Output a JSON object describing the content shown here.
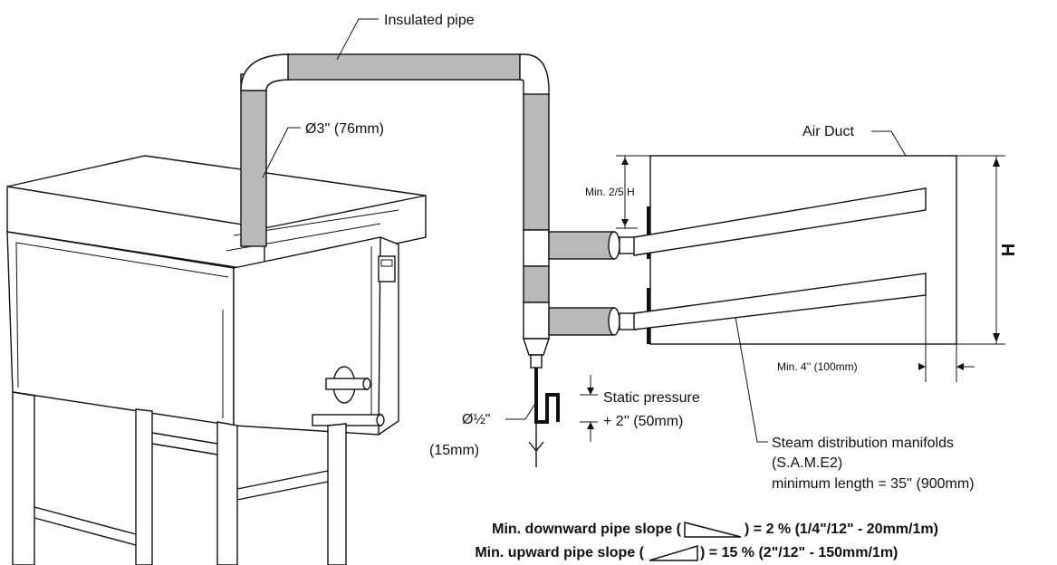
{
  "labels": {
    "insulated_pipe": "Insulated pipe",
    "pipe_diameter": "Ø3'' (76mm)",
    "air_duct": "Air Duct",
    "min_two_fifths_h": "Min. 2/5 H",
    "h": "H",
    "min_4in": "Min. 4'' (100mm)",
    "drain_diameter_1": "Ø½\"",
    "drain_diameter_2": "(15mm)",
    "static_pressure_1": "Static pressure",
    "static_pressure_2": "+ 2'' (50mm)",
    "manifolds_1": "Steam distribution manifolds",
    "manifolds_2": "(S.A.M.E2)",
    "manifolds_3": "minimum length = 35'' (900mm)",
    "slope_down_prefix": "Min. downward pipe slope (",
    "slope_down_suffix": ") = 2 % (1/4\"/12\" - 20mm/1m)",
    "slope_up_prefix": "Min. upward pipe slope (",
    "slope_up_suffix": ") = 15 % (2\"/12\" - 150mm/1m)"
  },
  "colors": {
    "ink": "#111111",
    "insulation": "#b9b9b9",
    "background": "#ffffff"
  },
  "icons": {
    "downward_slope": "downward-slope-wedge-icon",
    "upward_slope": "upward-slope-wedge-icon",
    "drain": "drain-y-icon"
  }
}
